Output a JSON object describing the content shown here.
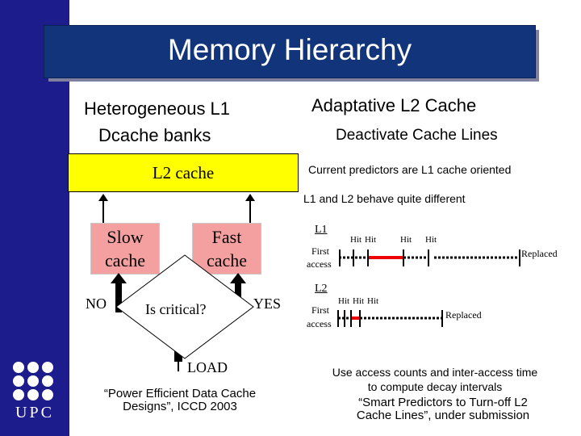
{
  "title": "Memory Hierarchy",
  "logo": {
    "text": "UPC"
  },
  "left": {
    "heading_line1": "Heterogeneous L1",
    "heading_line2": "Dcache banks",
    "l2_cache": "L2 cache",
    "slow_line1": "Slow",
    "slow_line2": "cache",
    "fast_line1": "Fast",
    "fast_line2": "cache",
    "no": "NO",
    "yes": "YES",
    "decision": "Is critical?",
    "load": "LOAD",
    "ref_line1": "“Power Efficient Data Cache",
    "ref_line2": "Designs”, ICCD 2003"
  },
  "right": {
    "heading": "Adaptative L2 Cache",
    "subheading": "Deactivate Cache Lines",
    "note1": "Current predictors are L1 cache oriented",
    "note2": "L1 and L2 behave quite different",
    "l1": {
      "label": "L1",
      "first": "First",
      "access": "access",
      "hits": [
        "Hit",
        "Hit",
        "Hit",
        "Hit"
      ],
      "replaced": "Replaced"
    },
    "l2": {
      "label": "L2",
      "first": "First",
      "access": "access",
      "hits": [
        "Hit",
        "Hit",
        "Hit"
      ],
      "replaced": "Replaced"
    },
    "bottom_line1": "Use access counts and inter-access time",
    "bottom_line2": "to compute decay intervals",
    "ref_line1": "“Smart Predictors to Turn-off L2",
    "ref_line2": "Cache Lines”, under submission"
  }
}
